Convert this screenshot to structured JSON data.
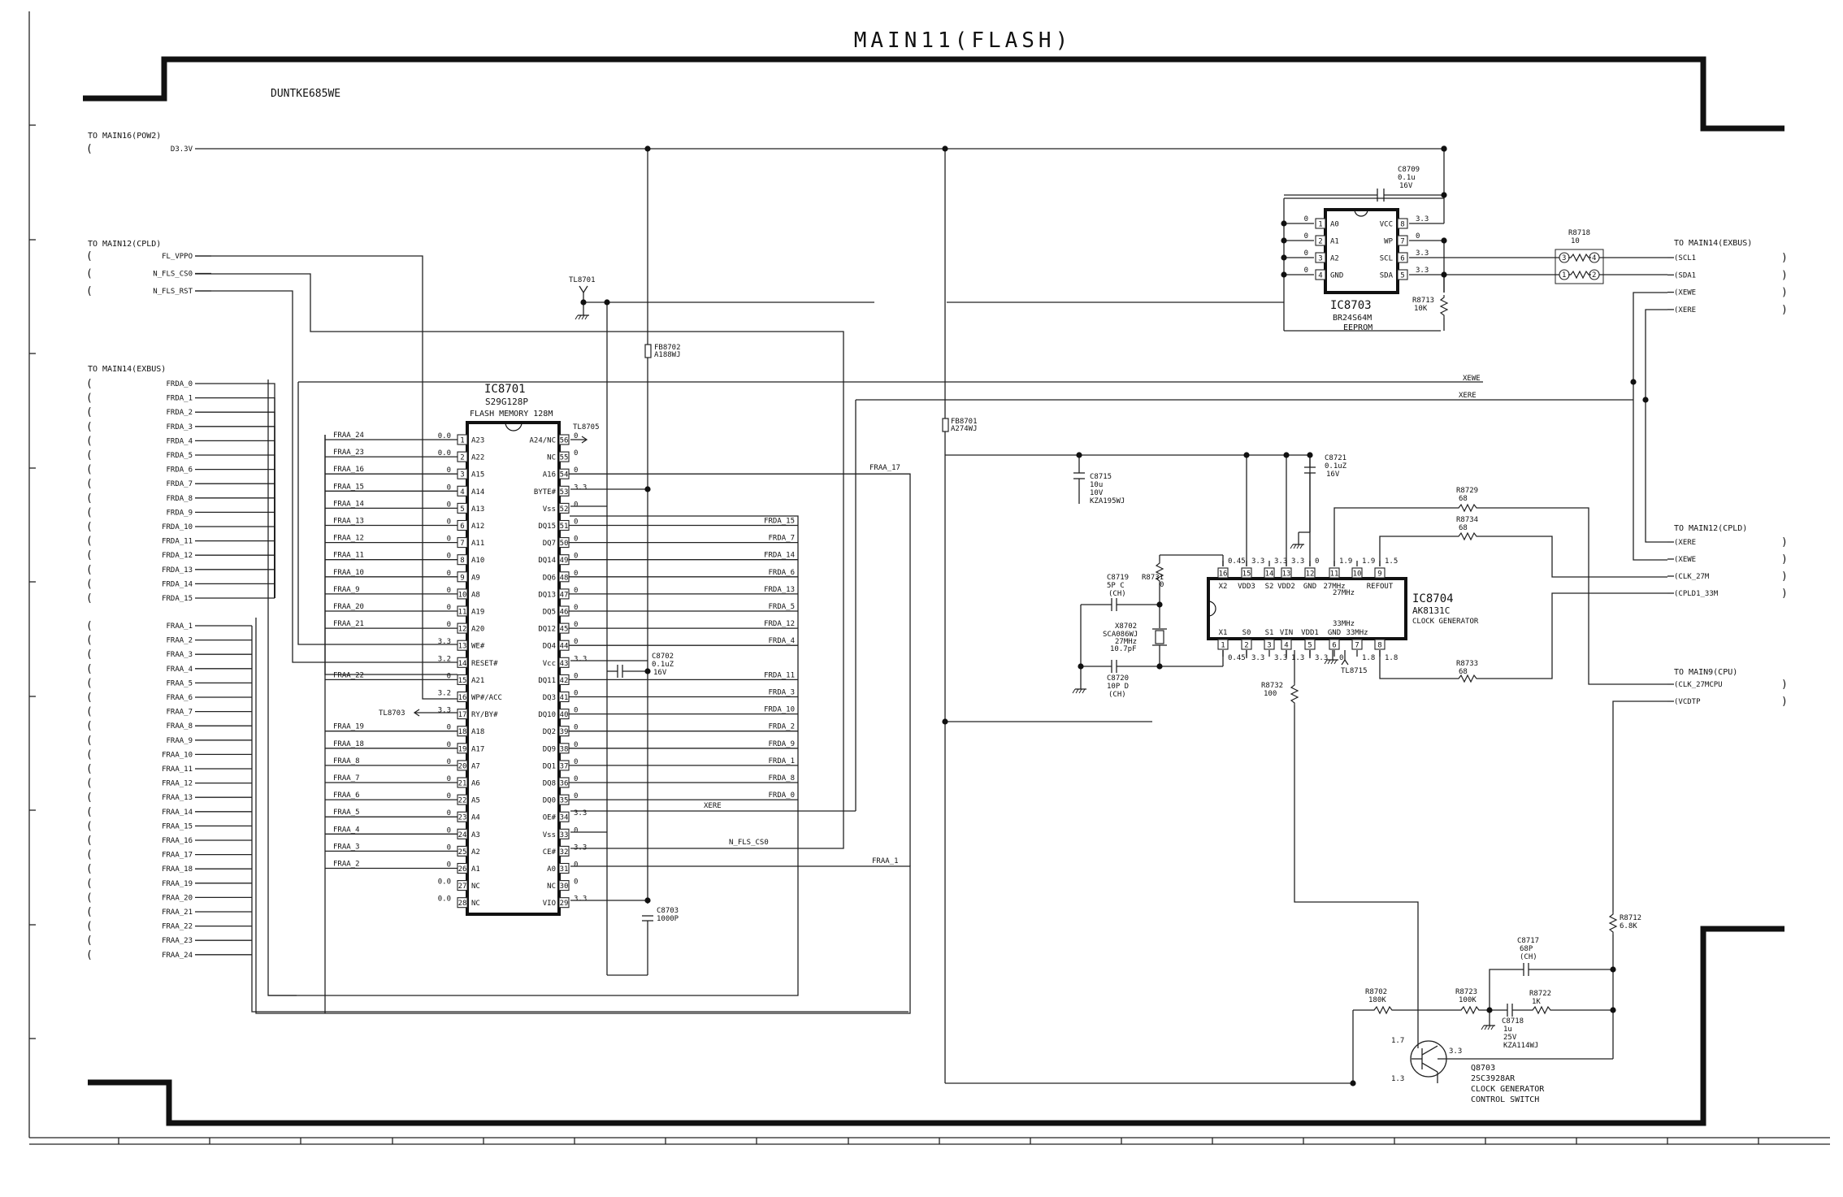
{
  "title": "MAIN11(FLASH)",
  "model": "DUNTKE685WE",
  "power": {
    "connector": "TO MAIN16(POW2)",
    "net": "D3.3V"
  },
  "cpld_in": {
    "connector": "TO MAIN12(CPLD)",
    "signals": [
      "FL_VPPO",
      "N_FLS_CS0",
      "N_FLS_RST"
    ]
  },
  "exbus_in": {
    "connector": "TO MAIN14(EXBUS)",
    "data": [
      "FRDA_0",
      "FRDA_1",
      "FRDA_2",
      "FRDA_3",
      "FRDA_4",
      "FRDA_5",
      "FRDA_6",
      "FRDA_7",
      "FRDA_8",
      "FRDA_9",
      "FRDA_10",
      "FRDA_11",
      "FRDA_12",
      "FRDA_13",
      "FRDA_14",
      "FRDA_15"
    ],
    "addr": [
      "FRAA_1",
      "FRAA_2",
      "FRAA_3",
      "FRAA_4",
      "FRAA_5",
      "FRAA_6",
      "FRAA_7",
      "FRAA_8",
      "FRAA_9",
      "FRAA_10",
      "FRAA_11",
      "FRAA_12",
      "FRAA_13",
      "FRAA_14",
      "FRAA_15",
      "FRAA_16",
      "FRAA_17",
      "FRAA_18",
      "FRAA_19",
      "FRAA_20",
      "FRAA_21",
      "FRAA_22",
      "FRAA_23",
      "FRAA_24"
    ]
  },
  "ic8701": {
    "ref": "IC8701",
    "part": "S29G128P",
    "desc": "FLASH MEMORY 128M",
    "left": [
      {
        "num": "1",
        "name": "A23",
        "net": "FRAA_24",
        "v": "0.0"
      },
      {
        "num": "2",
        "name": "A22",
        "net": "FRAA_23",
        "v": "0.0"
      },
      {
        "num": "3",
        "name": "A15",
        "net": "FRAA_16",
        "v": "0"
      },
      {
        "num": "4",
        "name": "A14",
        "net": "FRAA_15",
        "v": "0"
      },
      {
        "num": "5",
        "name": "A13",
        "net": "FRAA_14",
        "v": "0"
      },
      {
        "num": "6",
        "name": "A12",
        "net": "FRAA_13",
        "v": "0"
      },
      {
        "num": "7",
        "name": "A11",
        "net": "FRAA_12",
        "v": "0"
      },
      {
        "num": "8",
        "name": "A10",
        "net": "FRAA_11",
        "v": "0"
      },
      {
        "num": "9",
        "name": "A9",
        "net": "FRAA_10",
        "v": "0"
      },
      {
        "num": "10",
        "name": "A8",
        "net": "FRAA_9",
        "v": "0"
      },
      {
        "num": "11",
        "name": "A19",
        "net": "FRAA_20",
        "v": "0"
      },
      {
        "num": "12",
        "name": "A20",
        "net": "FRAA_21",
        "v": "0"
      },
      {
        "num": "13",
        "name": "WE#",
        "net": "",
        "v": "3.3"
      },
      {
        "num": "14",
        "name": "RESET#",
        "net": "",
        "v": "3.2"
      },
      {
        "num": "15",
        "name": "A21",
        "net": "FRAA_22",
        "v": "0"
      },
      {
        "num": "16",
        "name": "WP#/ACC",
        "net": "",
        "v": "3.2"
      },
      {
        "num": "17",
        "name": "RY/BY#",
        "net": "",
        "v": "3.3"
      },
      {
        "num": "18",
        "name": "A18",
        "net": "FRAA_19",
        "v": "0"
      },
      {
        "num": "19",
        "name": "A17",
        "net": "FRAA_18",
        "v": "0"
      },
      {
        "num": "20",
        "name": "A7",
        "net": "FRAA_8",
        "v": "0"
      },
      {
        "num": "21",
        "name": "A6",
        "net": "FRAA_7",
        "v": "0"
      },
      {
        "num": "22",
        "name": "A5",
        "net": "FRAA_6",
        "v": "0"
      },
      {
        "num": "23",
        "name": "A4",
        "net": "FRAA_5",
        "v": "0"
      },
      {
        "num": "24",
        "name": "A3",
        "net": "FRAA_4",
        "v": "0"
      },
      {
        "num": "25",
        "name": "A2",
        "net": "FRAA_3",
        "v": "0"
      },
      {
        "num": "26",
        "name": "A1",
        "net": "FRAA_2",
        "v": "0"
      },
      {
        "num": "27",
        "name": "NC",
        "net": "",
        "v": "0.0"
      },
      {
        "num": "28",
        "name": "NC",
        "net": "",
        "v": "0.0"
      }
    ],
    "right": [
      {
        "num": "56",
        "name": "A24/NC",
        "net": "",
        "v": "0"
      },
      {
        "num": "55",
        "name": "NC",
        "net": "",
        "v": "0"
      },
      {
        "num": "54",
        "name": "A16",
        "net": "FRAA_17",
        "v": "0"
      },
      {
        "num": "53",
        "name": "BYTE#",
        "net": "",
        "v": "3.3"
      },
      {
        "num": "52",
        "name": "Vss",
        "net": "",
        "v": "0"
      },
      {
        "num": "51",
        "name": "DQ15",
        "net": "FRDA_15",
        "v": "0"
      },
      {
        "num": "50",
        "name": "DQ7",
        "net": "FRDA_7",
        "v": "0"
      },
      {
        "num": "49",
        "name": "DQ14",
        "net": "FRDA_14",
        "v": "0"
      },
      {
        "num": "48",
        "name": "DQ6",
        "net": "FRDA_6",
        "v": "0"
      },
      {
        "num": "47",
        "name": "DQ13",
        "net": "FRDA_13",
        "v": "0"
      },
      {
        "num": "46",
        "name": "DQ5",
        "net": "FRDA_5",
        "v": "0"
      },
      {
        "num": "45",
        "name": "DQ12",
        "net": "FRDA_12",
        "v": "0"
      },
      {
        "num": "44",
        "name": "DQ4",
        "net": "FRDA_4",
        "v": "0"
      },
      {
        "num": "43",
        "name": "Vcc",
        "net": "",
        "v": "3.3"
      },
      {
        "num": "42",
        "name": "DQ11",
        "net": "FRDA_11",
        "v": "0"
      },
      {
        "num": "41",
        "name": "DQ3",
        "net": "FRDA_3",
        "v": "0"
      },
      {
        "num": "40",
        "name": "DQ10",
        "net": "FRDA_10",
        "v": "0"
      },
      {
        "num": "39",
        "name": "DQ2",
        "net": "FRDA_2",
        "v": "0"
      },
      {
        "num": "38",
        "name": "DQ9",
        "net": "FRDA_9",
        "v": "0"
      },
      {
        "num": "37",
        "name": "DQ1",
        "net": "FRDA_1",
        "v": "0"
      },
      {
        "num": "36",
        "name": "DQ8",
        "net": "FRDA_8",
        "v": "0"
      },
      {
        "num": "35",
        "name": "DQ0",
        "net": "FRDA_0",
        "v": "0"
      },
      {
        "num": "34",
        "name": "OE#",
        "net": "XERE",
        "v": "3.3"
      },
      {
        "num": "33",
        "name": "Vss",
        "net": "",
        "v": "0"
      },
      {
        "num": "32",
        "name": "CE#",
        "net": "N_FLS_CS0",
        "v": "3.3"
      },
      {
        "num": "31",
        "name": "A0",
        "net": "FRAA_1",
        "v": "0"
      },
      {
        "num": "30",
        "name": "NC",
        "net": "",
        "v": "0"
      },
      {
        "num": "29",
        "name": "VIO",
        "net": "",
        "v": "3.3"
      }
    ]
  },
  "ic8703": {
    "ref": "IC8703",
    "part": "BR24S64M",
    "desc": "EEPROM",
    "left": [
      {
        "num": "1",
        "name": "A0",
        "v": "0"
      },
      {
        "num": "2",
        "name": "A1",
        "v": "0"
      },
      {
        "num": "3",
        "name": "A2",
        "v": "0"
      },
      {
        "num": "4",
        "name": "GND",
        "v": "0"
      }
    ],
    "right": [
      {
        "num": "8",
        "name": "VCC",
        "v": "3.3"
      },
      {
        "num": "7",
        "name": "WP",
        "v": "0"
      },
      {
        "num": "6",
        "name": "SCL",
        "v": "3.3"
      },
      {
        "num": "5",
        "name": "SDA",
        "v": "3.3"
      }
    ]
  },
  "ic8704": {
    "ref": "IC8704",
    "part": "AK8131C",
    "desc": "CLOCK GENERATOR",
    "top": [
      {
        "num": "16",
        "name": "X2",
        "v": "0.45"
      },
      {
        "num": "15",
        "name": "VDD3",
        "v": "3.3"
      },
      {
        "num": "14",
        "name": "S2",
        "v": "3.3"
      },
      {
        "num": "13",
        "name": "VDD2",
        "v": "3.3"
      },
      {
        "num": "12",
        "name": "GND",
        "v": "0"
      },
      {
        "num": "11",
        "name": "27MHz",
        "v": "1.9"
      },
      {
        "num": "10",
        "name": "",
        "v": "1.9"
      },
      {
        "num": "9",
        "name": "REFOUT",
        "v": "1.5"
      }
    ],
    "bottom": [
      {
        "num": "1",
        "name": "X1",
        "v": "0.45"
      },
      {
        "num": "2",
        "name": "S0",
        "v": "3.3"
      },
      {
        "num": "3",
        "name": "S1",
        "v": "3.3"
      },
      {
        "num": "4",
        "name": "VIN",
        "v": "1.3"
      },
      {
        "num": "5",
        "name": "VDD1",
        "v": "3.3"
      },
      {
        "num": "6",
        "name": "GND",
        "v": "0"
      },
      {
        "num": "7",
        "name": "33MHz",
        "v": "1.8"
      },
      {
        "num": "8",
        "name": "",
        "v": "1.8"
      }
    ],
    "inner_labels": [
      "27MHz",
      "33MHz"
    ]
  },
  "components": {
    "c8709": [
      "C8709",
      "0.1u",
      "16V"
    ],
    "r8718": [
      "R8718",
      "10"
    ],
    "r8713": [
      "R8713",
      "10K"
    ],
    "tl8701": "TL8701",
    "tl8703": "TL8703",
    "tl8705": "TL8705",
    "tl8715": "TL8715",
    "fb8702": [
      "FB8702",
      "A188WJ"
    ],
    "fb8701": [
      "FB8701",
      "A274WJ"
    ],
    "c8702": [
      "C8702",
      "0.1uZ",
      "16V"
    ],
    "c8703": [
      "C8703",
      "1000P"
    ],
    "c8715": [
      "C8715",
      "10u",
      "10V",
      "KZA195WJ"
    ],
    "c8721": [
      "C8721",
      "0.1uZ",
      "16V"
    ],
    "r8729": [
      "R8729",
      "68"
    ],
    "r8734": [
      "R8734",
      "68"
    ],
    "r8733": [
      "R8733",
      "68"
    ],
    "c8719": [
      "C8719",
      "5P C",
      "(CH)"
    ],
    "r8731": [
      "R8731",
      "0"
    ],
    "x8702": [
      "X8702",
      "SCA086WJ",
      "27MHz",
      "10.7pF"
    ],
    "c8720": [
      "C8720",
      "10P D",
      "(CH)"
    ],
    "r8732": [
      "R8732",
      "100"
    ],
    "r8712": [
      "R8712",
      "6.8K"
    ],
    "c8717": [
      "C8717",
      "68P",
      "(CH)"
    ],
    "r8702": [
      "R8702",
      "180K"
    ],
    "r8723": [
      "R8723",
      "100K"
    ],
    "r8722": [
      "R8722",
      "1K"
    ],
    "c8718": [
      "C8718",
      "1u",
      "25V",
      "KZA114WJ"
    ],
    "q8703": [
      "Q8703",
      "2SC3928AR",
      "CLOCK GENERATOR",
      "CONTROL SWITCH"
    ],
    "q_volts": [
      "1.7",
      "3.3",
      "1.3"
    ]
  },
  "outputs": {
    "exbus": {
      "connector": "TO MAIN14(EXBUS)",
      "signals": [
        "SCL1",
        "SDA1",
        "XEWE",
        "XERE"
      ]
    },
    "cpld": {
      "connector": "TO MAIN12(CPLD)",
      "signals": [
        "XERE",
        "XEWE",
        "CLK_27M",
        "CPLD1_33M"
      ]
    },
    "cpu": {
      "connector": "TO MAIN9(CPU)",
      "signals": [
        "CLK_27MCPU",
        "VCDTP"
      ]
    }
  },
  "net_labels": {
    "xewe": "XEWE",
    "xere": "XERE",
    "fraa17": "FRAA_17",
    "fraa1": "FRAA_1",
    "xere_oe": "XERE",
    "nfls": "N_FLS_CS0"
  },
  "pin_nums": {
    "scl_a": "3",
    "scl_b": "4",
    "sda_a": "1",
    "sda_b": "2"
  }
}
